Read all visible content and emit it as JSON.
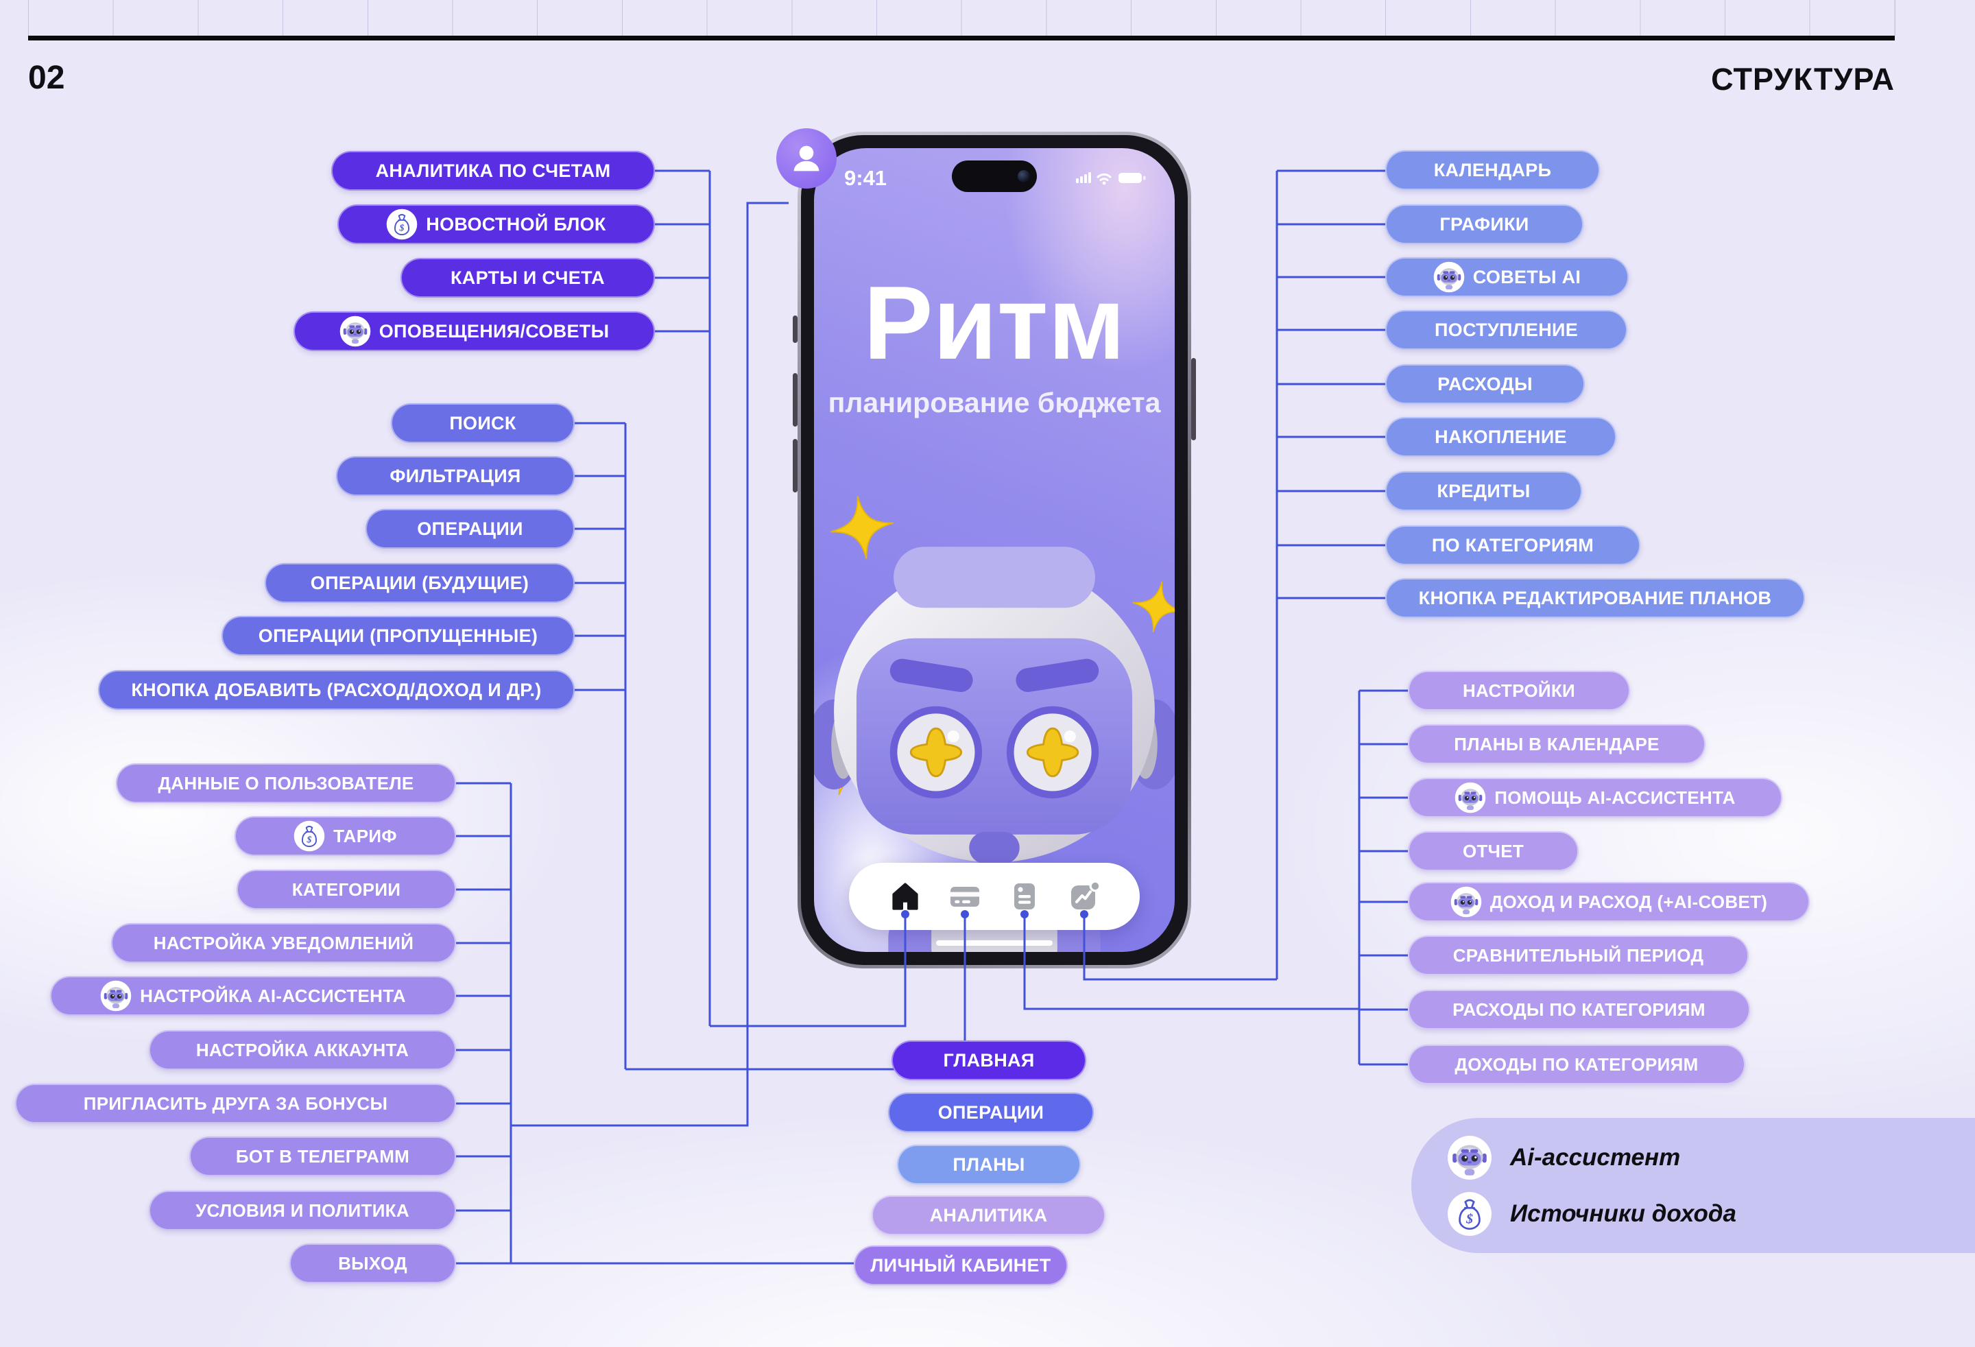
{
  "header": {
    "page_number": "02",
    "page_title": "СТРУКТУРА"
  },
  "phone": {
    "status_time": "9:41",
    "app_title": "Ритм",
    "app_subtitle": "планирование бюджета",
    "status_icons": [
      "signal-icon",
      "wifi-icon",
      "battery-icon"
    ],
    "nav_icons": [
      "home-icon",
      "card-icon",
      "document-icon",
      "chart-icon"
    ]
  },
  "groups": {
    "home": {
      "items": [
        {
          "label": "АНАЛИТИКА ПО СЧЕТАМ",
          "icon": null
        },
        {
          "label": "НОВОСТНОЙ БЛОК",
          "icon": "money-bag-icon"
        },
        {
          "label": "КАРТЫ И СЧЕТА",
          "icon": null
        },
        {
          "label": "ОПОВЕЩЕНИЯ/СОВЕТЫ",
          "icon": "ai-robot-icon"
        }
      ]
    },
    "operations": {
      "items": [
        {
          "label": "ПОИСК",
          "icon": null
        },
        {
          "label": "ФИЛЬТРАЦИЯ",
          "icon": null
        },
        {
          "label": "ОПЕРАЦИИ",
          "icon": null
        },
        {
          "label": "ОПЕРАЦИИ (БУДУЩИЕ)",
          "icon": null
        },
        {
          "label": "ОПЕРАЦИИ (ПРОПУЩЕННЫЕ)",
          "icon": null
        },
        {
          "label": "КНОПКА ДОБАВИТЬ (РАСХОД/ДОХОД И ДР.)",
          "icon": null
        }
      ]
    },
    "profile": {
      "items": [
        {
          "label": "ДАННЫЕ О ПОЛЬЗОВАТЕЛЕ",
          "icon": null
        },
        {
          "label": "ТАРИФ",
          "icon": "money-bag-icon"
        },
        {
          "label": "КАТЕГОРИИ",
          "icon": null
        },
        {
          "label": "НАСТРОЙКА УВЕДОМЛЕНИЙ",
          "icon": null
        },
        {
          "label": "НАСТРОЙКА AI-АССИСТЕНТА",
          "icon": "ai-robot-icon"
        },
        {
          "label": "НАСТРОЙКА АККАУНТА",
          "icon": null
        },
        {
          "label": "ПРИГЛАСИТЬ ДРУГА ЗА БОНУСЫ",
          "icon": null
        },
        {
          "label": "БОТ В ТЕЛЕГРАММ",
          "icon": null
        },
        {
          "label": "УСЛОВИЯ И ПОЛИТИКА",
          "icon": null
        },
        {
          "label": "ВЫХОД",
          "icon": null
        }
      ]
    },
    "analytics": {
      "items": [
        {
          "label": "КАЛЕНДАРЬ",
          "icon": null
        },
        {
          "label": "ГРАФИКИ",
          "icon": null
        },
        {
          "label": "СОВЕТЫ AI",
          "icon": "ai-robot-icon"
        },
        {
          "label": "ПОСТУПЛЕНИЕ",
          "icon": null
        },
        {
          "label": "РАСХОДЫ",
          "icon": null
        },
        {
          "label": "НАКОПЛЕНИЕ",
          "icon": null
        },
        {
          "label": "КРЕДИТЫ",
          "icon": null
        },
        {
          "label": "ПО КАТЕГОРИЯМ",
          "icon": null
        },
        {
          "label": "КНОПКА РЕДАКТИРОВАНИЕ ПЛАНОВ",
          "icon": null
        }
      ]
    },
    "plans": {
      "items": [
        {
          "label": "НАСТРОЙКИ",
          "icon": null
        },
        {
          "label": "ПЛАНЫ В КАЛЕНДАРЕ",
          "icon": null
        },
        {
          "label": "ПОМОЩЬ AI-АССИСТЕНТА",
          "icon": "ai-robot-icon"
        },
        {
          "label": "ОТЧЕТ",
          "icon": null
        },
        {
          "label": "ДОХОД И РАСХОД (+AI-СОВЕТ)",
          "icon": "ai-robot-icon"
        },
        {
          "label": "СРАВНИТЕЛЬНЫЙ ПЕРИОД",
          "icon": null
        },
        {
          "label": "РАСХОДЫ ПО КАТЕГОРИЯМ",
          "icon": null
        },
        {
          "label": "ДОХОДЫ ПО КАТЕГОРИЯМ",
          "icon": null
        }
      ]
    },
    "bottom_nav_labels": {
      "items": [
        {
          "label": "ГЛАВНАЯ"
        },
        {
          "label": "ОПЕРАЦИИ"
        },
        {
          "label": "ПЛАНЫ"
        },
        {
          "label": "АНАЛИТИКА"
        },
        {
          "label": "ЛИЧНЫЙ КАБИНЕТ"
        }
      ]
    }
  },
  "legend": {
    "items": [
      {
        "icon": "ai-robot-icon",
        "label": "Ai-ассистент"
      },
      {
        "icon": "money-bag-icon",
        "label": "Источники дохода"
      }
    ]
  },
  "colors": {
    "background": "#e9e7f8",
    "violet_deep": "#5a2ee3",
    "periwinkle": "#6b6fe6",
    "light_purple": "#a08aec",
    "blue": "#7e93eb",
    "lavender": "#b29bef",
    "line": "#4152d9",
    "nav_home": "#5b2be8",
    "nav_operations": "#5f69eb",
    "nav_plans": "#7f9dee",
    "nav_analytics": "#b79fee",
    "nav_profile": "#9a79ec",
    "legend_panel": "#c9c5f2",
    "star_yellow": "#f7cb15"
  }
}
